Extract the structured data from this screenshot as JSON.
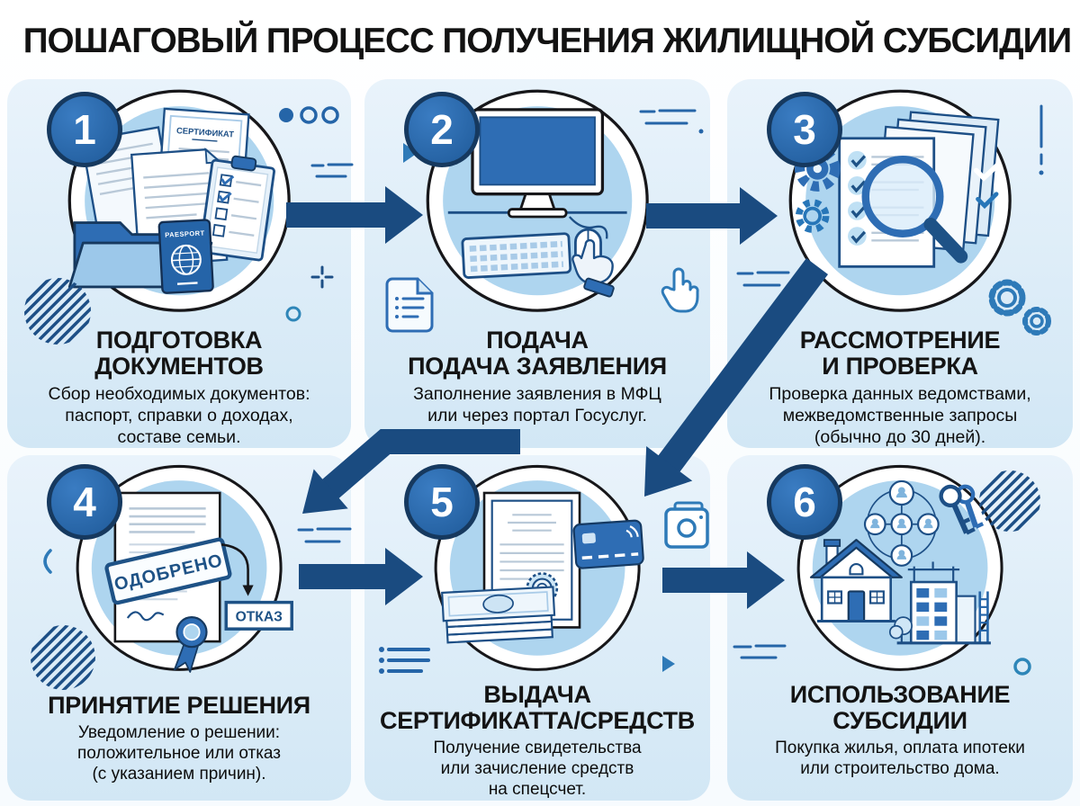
{
  "title": "ПОШАГОВЫЙ ПРОЦЕСС ПОЛУЧЕНИЯ ЖИЛИЩНОЙ СУБСИДИИ",
  "colors": {
    "tile": "#d9eaf6",
    "arrow": "#1a4b80",
    "badge_fill": "#2a6cb3",
    "badge_border": "#16395f",
    "outline_navy": "#1d4f86",
    "illustration_blue": "#2e6db4",
    "illustration_light_blue": "#aed5ef",
    "text": "#111111"
  },
  "steps": [
    {
      "number": "1",
      "title_lines": [
        "ПОДГОТОВКА",
        "ДОКУМЕНТОВ"
      ],
      "desc_lines": [
        "Сбор необходимых документов:",
        "паспорт, справки о доходах,",
        "составе семьи."
      ],
      "labels": {
        "certificate": "СЕРТИФИКАТ",
        "passport": "PAESPORT"
      }
    },
    {
      "number": "2",
      "title_lines": [
        "ПОДАЧА",
        "ПОДАЧА ЗАЯВЛЕНИЯ"
      ],
      "desc_lines": [
        "Заполнение заявления в МФЦ",
        "или через портал Госуслуг."
      ]
    },
    {
      "number": "3",
      "title_lines": [
        "РАССМОТРЕНИЕ",
        "И ПРОВЕРКА"
      ],
      "desc_lines": [
        "Проверка данных ведомствами,",
        "межведомственные запросы",
        "(обычно до 30 дней)."
      ]
    },
    {
      "number": "4",
      "title_lines": [
        "ПРИНЯТИЕ РЕШЕНИЯ"
      ],
      "desc_lines": [
        "Уведомление о решении:",
        "положительное или отказ",
        "(с указанием причин)."
      ],
      "labels": {
        "stamp": "ОДОБРЕНО",
        "reject": "ОТКАЗ"
      }
    },
    {
      "number": "5",
      "title_lines": [
        "ВЫДАЧА",
        "СЕРТИФИКАТТА/СРЕДСТВ"
      ],
      "desc_lines": [
        "Получение свидетельства",
        "или зачисление средств",
        "на спецсчет."
      ]
    },
    {
      "number": "6",
      "title_lines": [
        "ИСПОЛЬЗОВАНИЕ",
        "СУБСИДИИ"
      ],
      "desc_lines": [
        "Покупка жилья, оплата ипотеки",
        "или строительство дома."
      ]
    }
  ],
  "flow_arrows": [
    {
      "from": 1,
      "to": 2,
      "shape": "horizontal"
    },
    {
      "from": 2,
      "to": 3,
      "shape": "horizontal"
    },
    {
      "from": 3,
      "to": 4,
      "shape": "elbow-diagonal"
    },
    {
      "from": 3,
      "to": 5,
      "shape": "diagonal"
    },
    {
      "from": 4,
      "to": 5,
      "shape": "horizontal"
    },
    {
      "from": 5,
      "to": 6,
      "shape": "horizontal"
    }
  ]
}
